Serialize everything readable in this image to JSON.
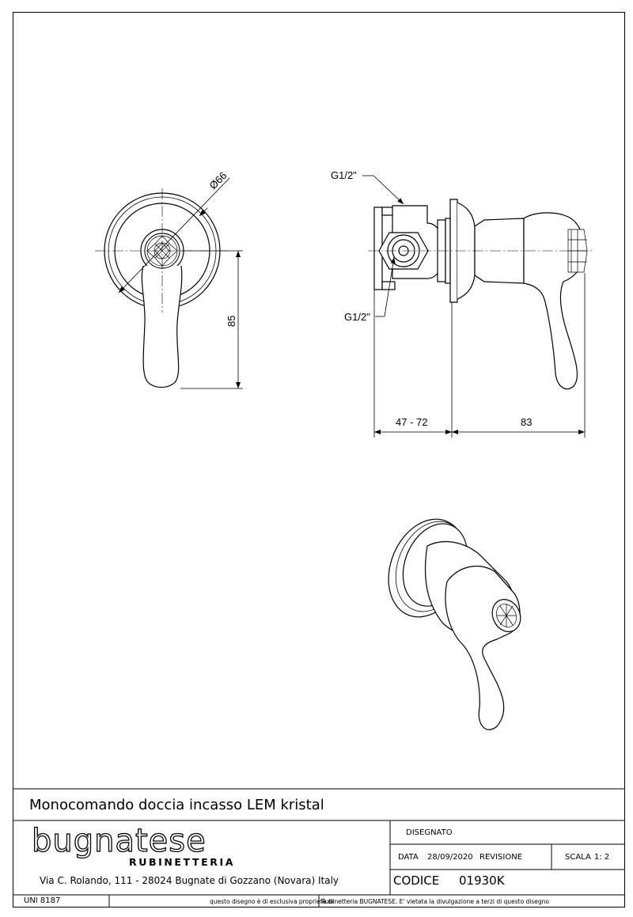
{
  "drawing": {
    "dimensions": {
      "diameter": "Ø66",
      "height": "85",
      "thread_top": "G1/2\"",
      "thread_bottom": "G1/2\"",
      "depth_range": "47 - 72",
      "length": "83"
    }
  },
  "title_block": {
    "product_title": "Monocomando doccia incasso LEM kristal",
    "brand_name": "bugnatese",
    "brand_sub": "RUBINETTERIA",
    "address": "Via C. Rolando, 111 - 28024 Bugnate di Gozzano (Novara) Italy",
    "disegnato_label": "DISEGNATO",
    "data_label": "DATA",
    "data_value": "28/09/2020",
    "revisione_label": "REVISIONE",
    "scala_label": "SCALA",
    "scala_value": "1: 2",
    "codice_label": "CODICE",
    "codice_value": "01930K",
    "norm": "UNI 8187",
    "notice_left": "questo disegno è di esclusiva proprietà di",
    "notice_right": "Rubinetteria BUGNATESE. E' vietata la divulgazione a terzi di questo disegno"
  }
}
